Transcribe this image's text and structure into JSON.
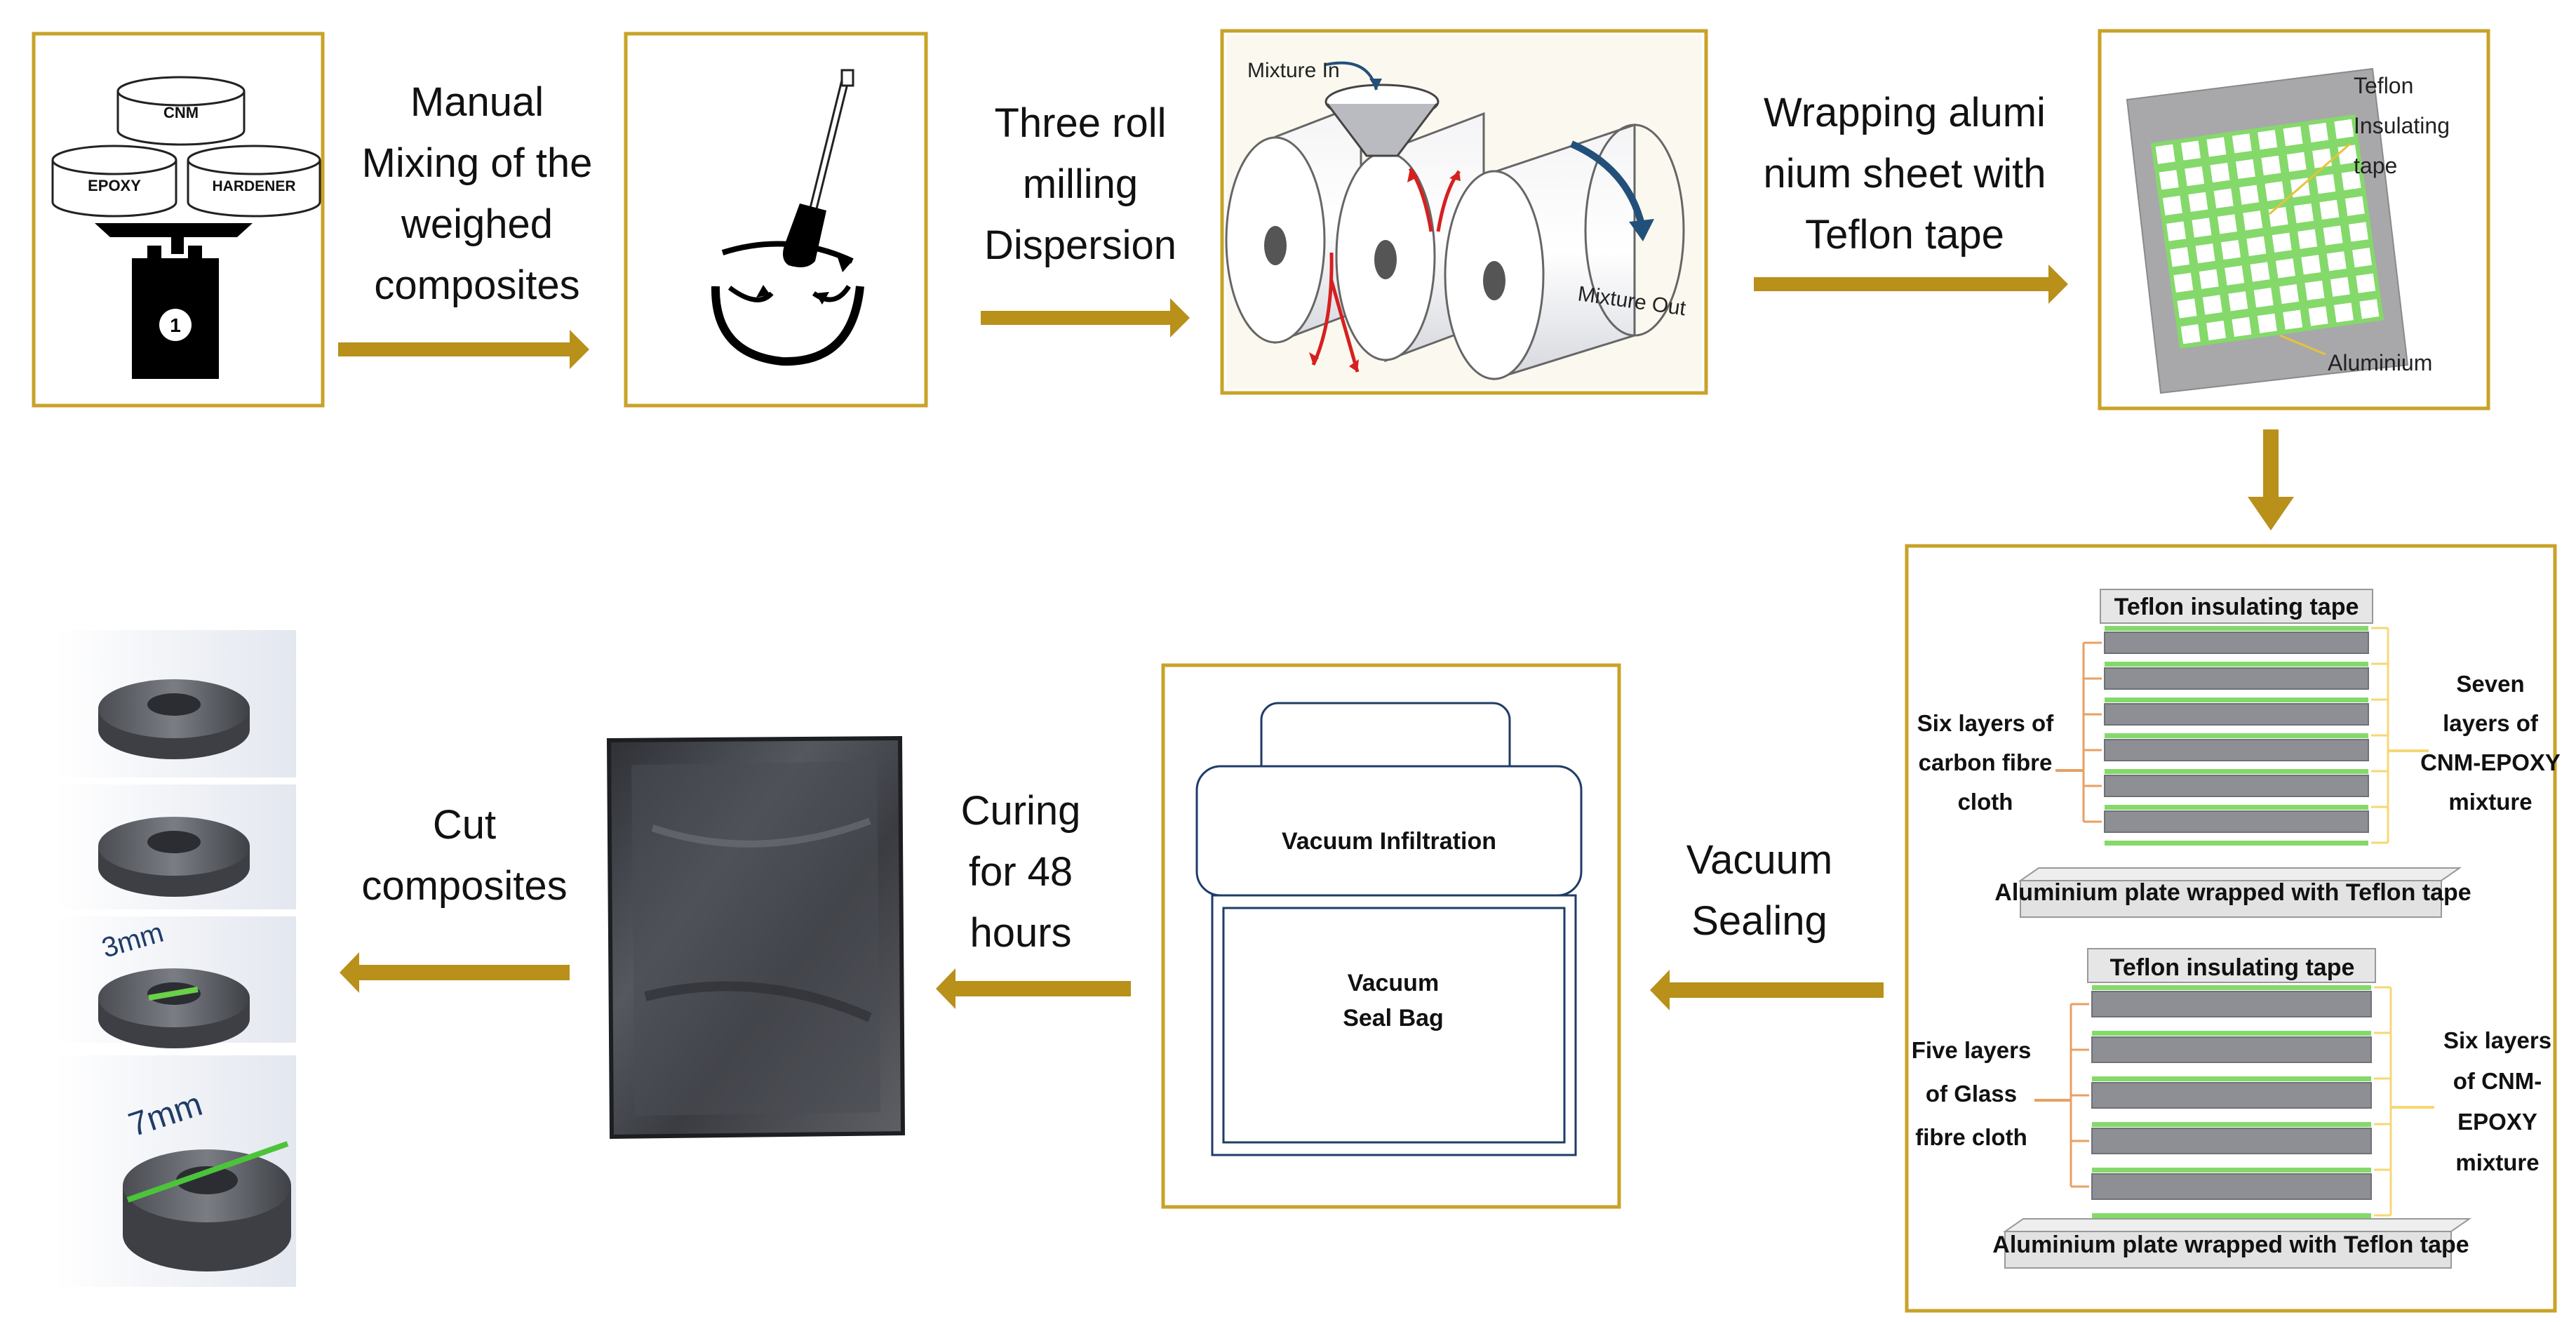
{
  "colors": {
    "frame": "#c9a227",
    "arrow": "#b8901a",
    "green": "#84d96a",
    "teflon_yellow": "#f7d774",
    "label_orange": "#e8a063",
    "red": "#d62020",
    "blue_arrow": "#23507a",
    "metal": "#6b6d73"
  },
  "top_row": {
    "step1_caption": [
      "Manual",
      "Mixing of the",
      "weighed",
      "composites"
    ],
    "step2_caption": [
      "Three roll",
      "milling",
      "Dispersion"
    ],
    "step3_caption": [
      "Wrapping alumi",
      "nium sheet with",
      "Teflon tape"
    ],
    "scale_box": {
      "cnm": "CNM",
      "epoxy": "EPOXY",
      "hardener": "HARDENER",
      "dial": "1"
    },
    "mixing_box": {
      "icon": "mixing-bowl-icon"
    },
    "roll_box": {
      "mixture_in": "Mixture In",
      "mixture_out": "Mixture Out"
    },
    "wrap_box": {
      "teflon_label": [
        "Teflon",
        "Insulating",
        "tape"
      ],
      "aluminium_label": "Aluminium"
    }
  },
  "layup_box": {
    "carbon": {
      "top_tape": "Teflon insulating tape",
      "left_label": [
        "Six layers of",
        "carbon fibre",
        "cloth"
      ],
      "right_label": [
        "Seven",
        "layers of",
        "CNM-EPOXY",
        "mixture"
      ],
      "base_plate": "Aluminium plate wrapped with Teflon tape"
    },
    "glass": {
      "top_tape": "Teflon insulating tape",
      "left_label": [
        "Five layers",
        "of Glass",
        "fibre cloth"
      ],
      "right_label": [
        "Six layers",
        "of CNM-",
        "EPOXY",
        "mixture"
      ],
      "base_plate": "Aluminium plate wrapped with Teflon tape"
    }
  },
  "bottom_row": {
    "vacuum_caption": [
      "Vacuum",
      "Sealing"
    ],
    "curing_caption": [
      "Curing",
      "for 48",
      "hours"
    ],
    "cut_caption": [
      "Cut",
      "composites"
    ],
    "vacuum_box": {
      "infiltration": "Vacuum Infiltration",
      "seal_bag": [
        "Vacuum",
        "Seal Bag"
      ]
    },
    "samples": {
      "label_3mm": "3mm",
      "label_7mm": "7mm"
    }
  }
}
